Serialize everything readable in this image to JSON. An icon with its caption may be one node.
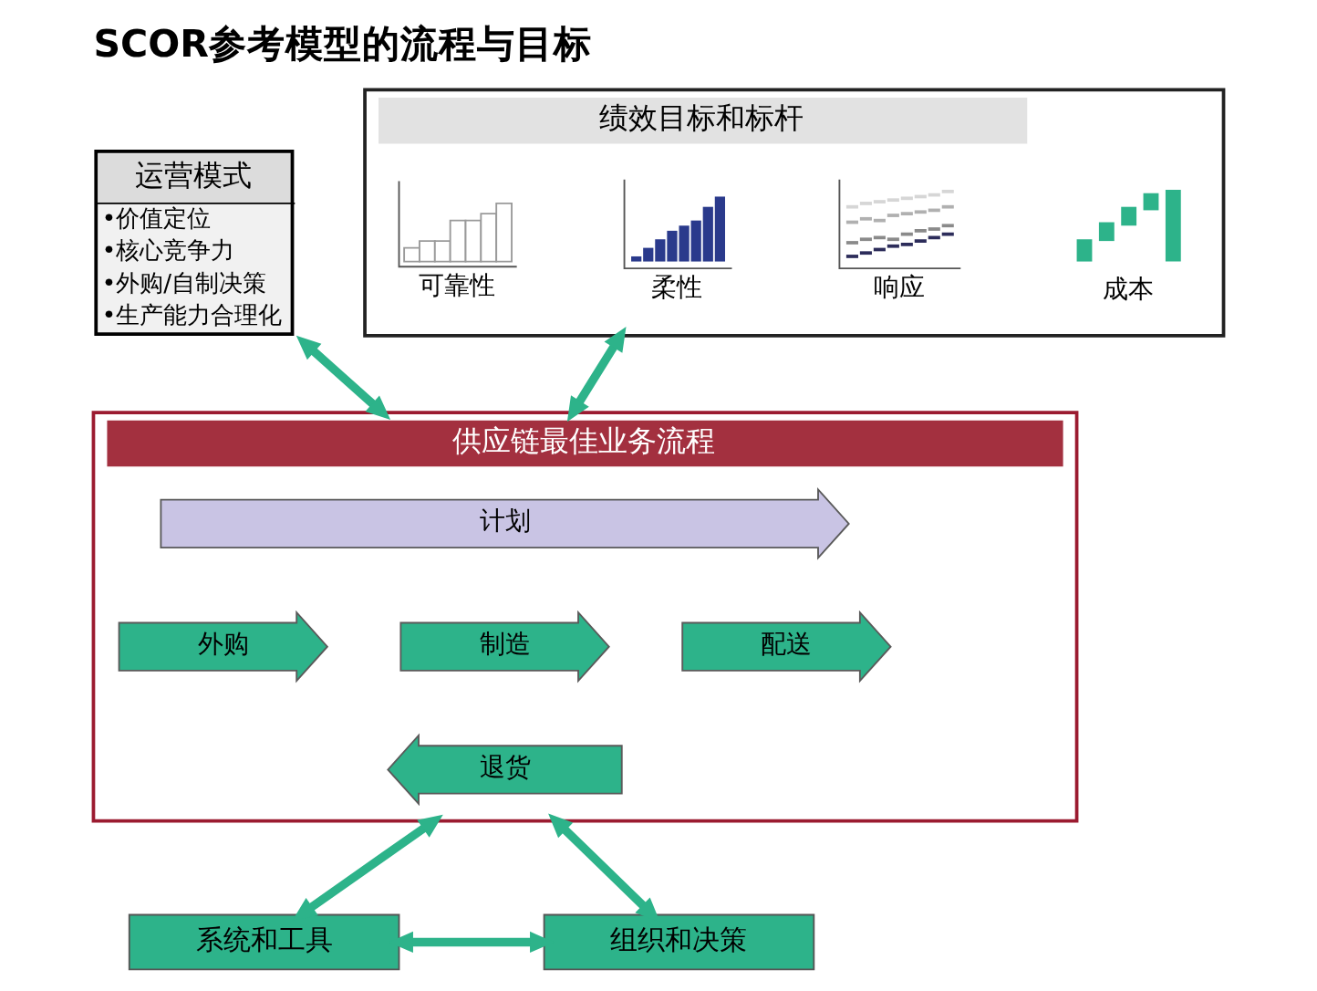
{
  "diagram": {
    "title": "SCOR参考模型的流程与目标",
    "nodes": [
      {
        "text": [
          "运营模式",
          "•价值定位",
          "•核心竞争力",
          "•外购/自制决策",
          "•生产能力合理化"
        ]
      },
      {
        "text": [
          "绩效目标和标杆"
        ]
      },
      {
        "text": [],
        "shape": "picture",
        "beside": [
          "可靠性"
        ],
        "in": 1
      },
      {
        "text": [],
        "shape": "picture",
        "beside": [
          "柔性"
        ],
        "in": 1
      },
      {
        "text": [],
        "shape": "picture",
        "beside": [
          "响应"
        ],
        "in": 1
      },
      {
        "text": [],
        "shape": "picture",
        "beside": [
          "成本"
        ],
        "in": 1
      },
      {
        "text": [
          "供应链最佳业务流程"
        ]
      },
      {
        "text": [
          "计划"
        ],
        "in": 6
      },
      {
        "text": [
          "外购"
        ],
        "in": 6
      },
      {
        "text": [
          "制造"
        ],
        "in": 6
      },
      {
        "text": [
          "配送"
        ],
        "in": 6
      },
      {
        "text": [
          "退货"
        ],
        "in": 6
      },
      {
        "text": [
          "系统和工具"
        ]
      },
      {
        "text": [
          "组织和决策"
        ]
      }
    ],
    "edges": [
      {
        "from": 0,
        "to": 6,
        "arrow": "both"
      },
      {
        "from": 1,
        "to": 6,
        "arrow": "both"
      },
      {
        "from": 6,
        "to": 12,
        "arrow": "both"
      },
      {
        "from": 6,
        "to": 13,
        "arrow": "both"
      },
      {
        "from": 12,
        "to": 13,
        "arrow": "both"
      }
    ]
  }
}
